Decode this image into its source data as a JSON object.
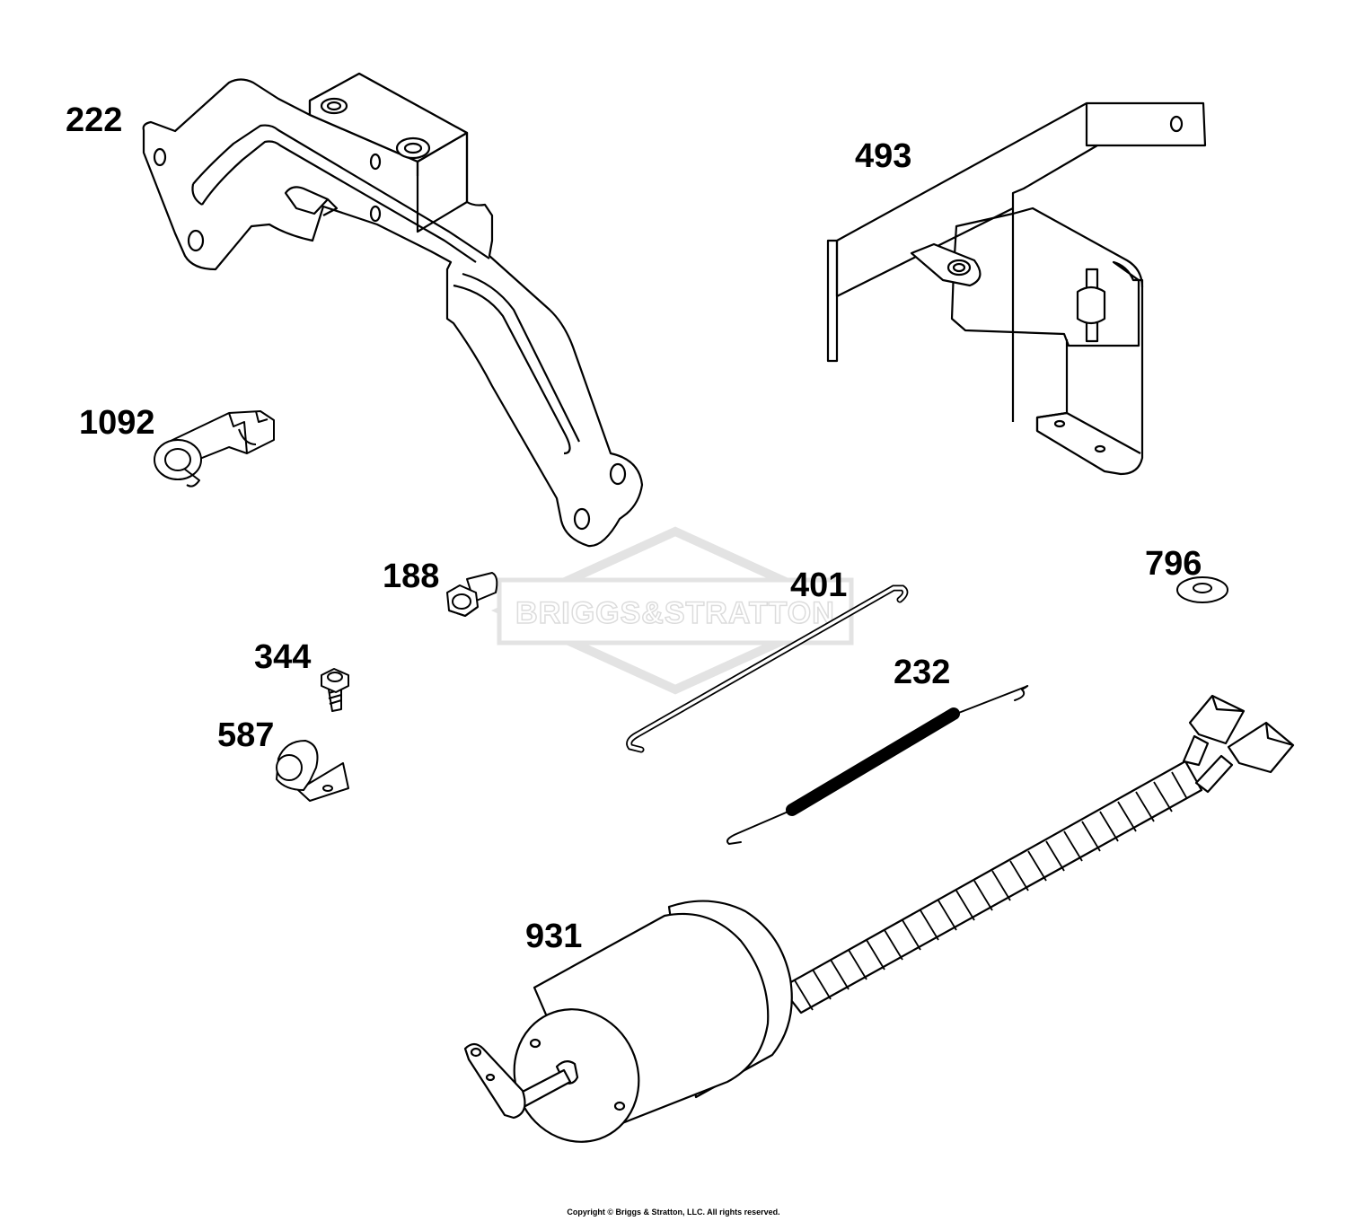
{
  "callouts": {
    "p222": "222",
    "p493": "493",
    "p1092": "1092",
    "p188": "188",
    "p401": "401",
    "p796": "796",
    "p344": "344",
    "p232": "232",
    "p587": "587",
    "p931": "931"
  },
  "watermark": {
    "text": "BRIGGS&STRATTON"
  },
  "footer": {
    "copyright": "Copyright © Briggs & Stratton, LLC. All rights reserved."
  },
  "colors": {
    "line": "#000000",
    "watermark": "#e3e3e3",
    "background": "#ffffff"
  }
}
